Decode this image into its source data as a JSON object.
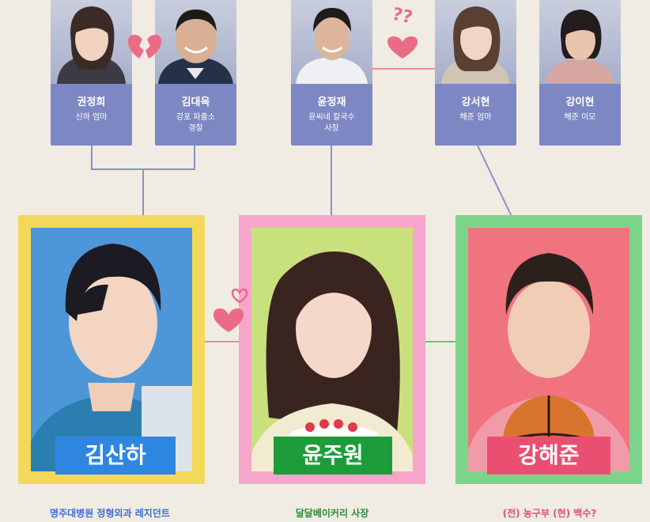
{
  "top_cards": [
    {
      "name": "권정희",
      "role": "신하 엄마"
    },
    {
      "name": "김대욱",
      "role": "강포 파출소\n경찰"
    },
    {
      "name": "윤정재",
      "role": "윤씨네 칼국수\n사장"
    },
    {
      "name": "강서현",
      "role": "해준 엄마"
    },
    {
      "name": "강이현",
      "role": "해준 이모"
    }
  ],
  "main": [
    {
      "name": "김산하",
      "desc": "명주대병원 정형외과 레지던트"
    },
    {
      "name": "윤주원",
      "desc": "달달베이커리 사장"
    },
    {
      "name": "강해준",
      "desc": "(전) 농구부 (현) 백수?"
    }
  ],
  "symbols": {
    "question": "??"
  },
  "colors": {
    "background": "#f1ece3",
    "card": "#7d87c3",
    "line_blue": "#8791c9",
    "line_pink": "#e98c9b",
    "line_green": "#66c774",
    "frame_yellow": "#f3d85a",
    "frame_pink": "#f7a6cb",
    "frame_green": "#7bd48a",
    "bg_blue": "#4d97d9",
    "bg_lime": "#c9e17d",
    "bg_red": "#f0737f",
    "label_blue": "#2f86e0",
    "label_green": "#1c9d3a",
    "label_pink": "#ea4f72",
    "heart": "#ea6b86",
    "desc_blue": "#3b6fd6",
    "desc_green": "#2a8a3a",
    "desc_pink": "#e1506f"
  }
}
